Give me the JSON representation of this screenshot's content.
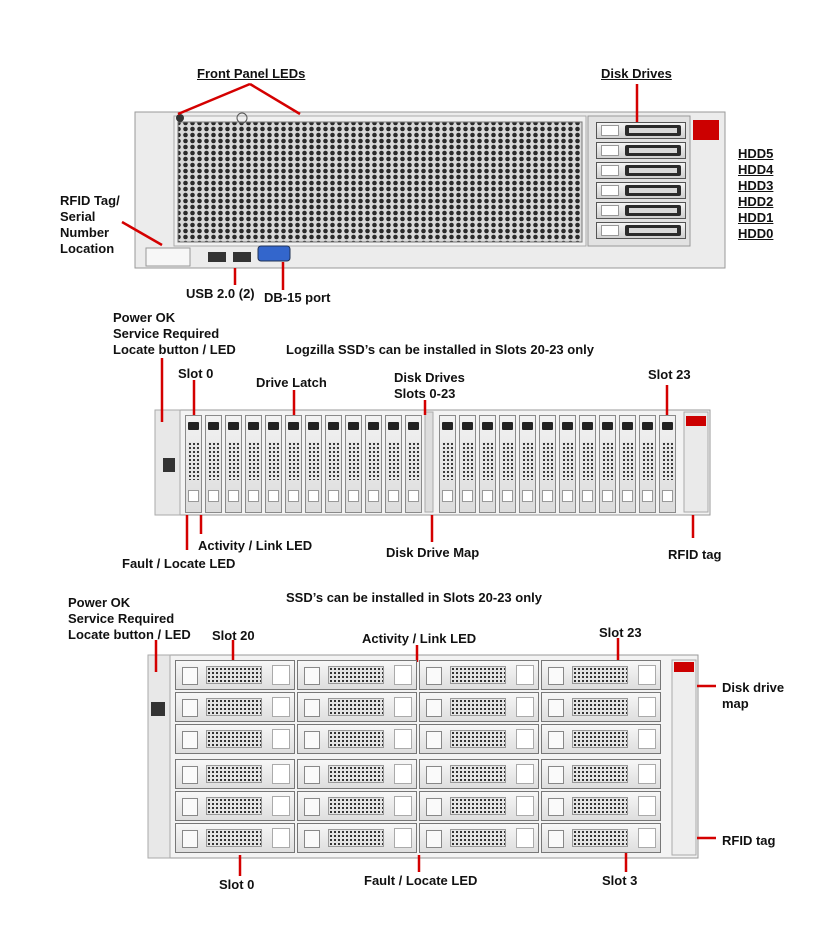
{
  "top": {
    "front_panel_leds": "Front Panel LEDs",
    "disk_drives": "Disk Drives",
    "rfid_lines": [
      "RFID Tag/",
      "Serial",
      "Number",
      "Location"
    ],
    "hdd_labels": [
      "HDD5",
      "HDD4",
      "HDD3",
      "HDD2",
      "HDD1",
      "HDD0"
    ],
    "usb": "USB 2.0 (2)",
    "db15": "DB-15 port"
  },
  "middle": {
    "status_lines": [
      "Power OK",
      "Service Required",
      "Locate button / LED"
    ],
    "logzilla_note": "Logzilla SSD’s can be installed in Slots 20-23 only",
    "slot0": "Slot 0",
    "drive_latch": "Drive Latch",
    "disk_drives_lines": [
      "Disk Drives",
      "Slots 0-23"
    ],
    "slot23": "Slot 23",
    "activity_led": "Activity / Link LED",
    "fault_led": "Fault / Locate LED",
    "disk_drive_map": "Disk Drive Map",
    "rfid_tag": "RFID tag"
  },
  "bottom": {
    "status_lines": [
      "Power OK",
      "Service Required",
      "Locate button / LED"
    ],
    "ssd_note": "SSD’s can be installed in Slots 20-23 only",
    "slot20": "Slot 20",
    "activity_led": "Activity / Link LED",
    "slot23": "Slot 23",
    "disk_drive_map_lines": [
      "Disk drive",
      "map"
    ],
    "rfid_tag": "RFID tag",
    "slot0": "Slot 0",
    "fault_led": "Fault / Locate LED",
    "slot3": "Slot 3"
  },
  "colors": {
    "leader": "#d40000",
    "chassis": "#e9e9e9",
    "grille": "#2b2b2b"
  },
  "counts": {
    "middle_slots": 24,
    "bottom_rows": 6,
    "bottom_cols": 4,
    "top_hdds": 6
  }
}
